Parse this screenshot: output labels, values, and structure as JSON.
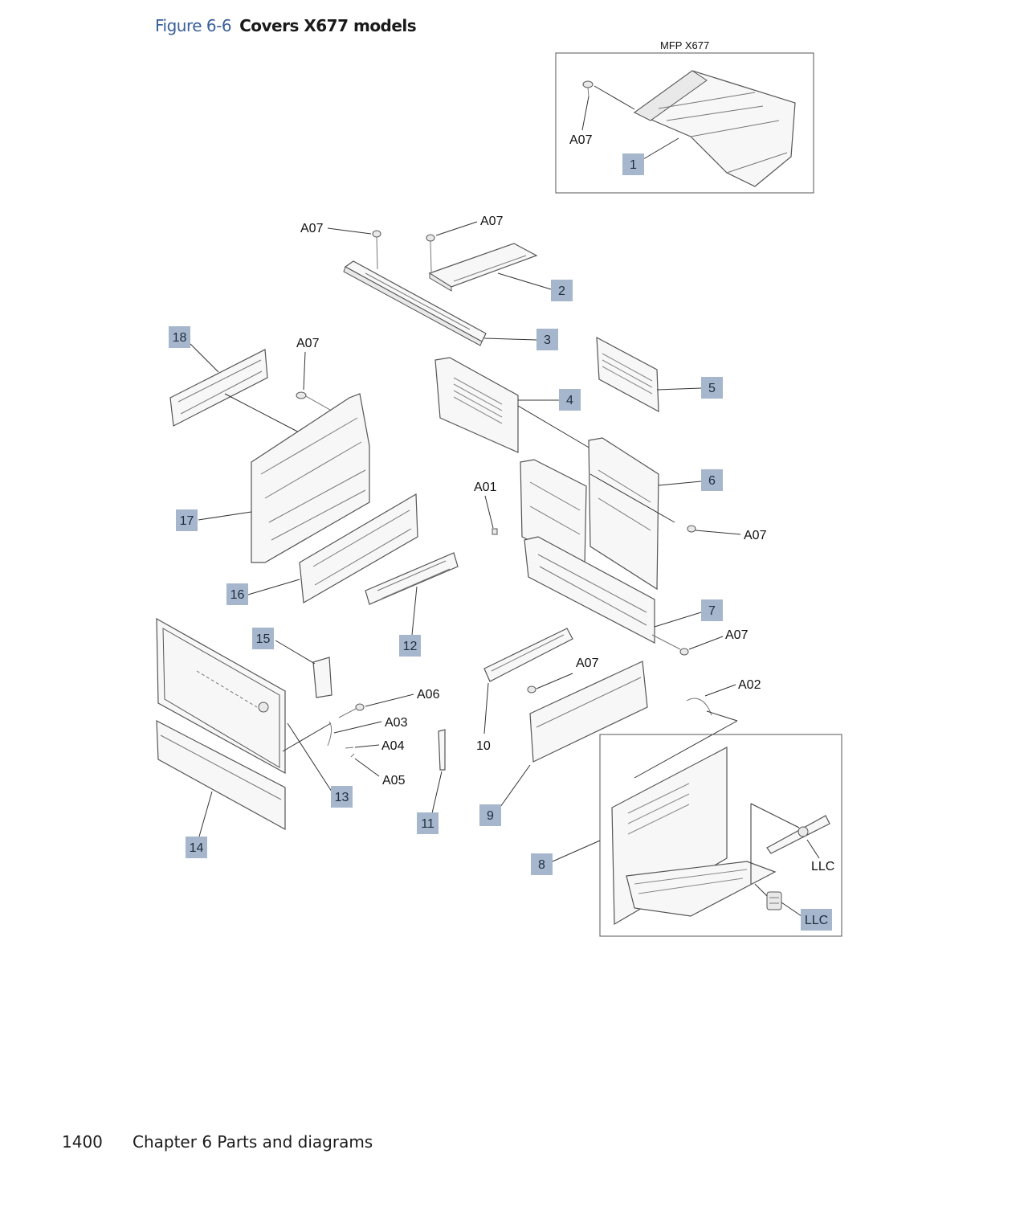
{
  "figure": {
    "number": "Figure 6-6",
    "title": "Covers X677 models"
  },
  "inset_label": "MFP X677",
  "callouts": [
    "1",
    "2",
    "3",
    "4",
    "5",
    "6",
    "7",
    "8",
    "9",
    "11",
    "12",
    "13",
    "14",
    "15",
    "16",
    "17",
    "18",
    "LLC"
  ],
  "labels": {
    "a07": "A07",
    "a01": "A01",
    "a02": "A02",
    "a03": "A03",
    "a04": "A04",
    "a05": "A05",
    "a06": "A06",
    "ten": "10",
    "llc": "LLC"
  },
  "footer": {
    "page": "1400",
    "chapter": "Chapter 6  Parts and diagrams"
  }
}
